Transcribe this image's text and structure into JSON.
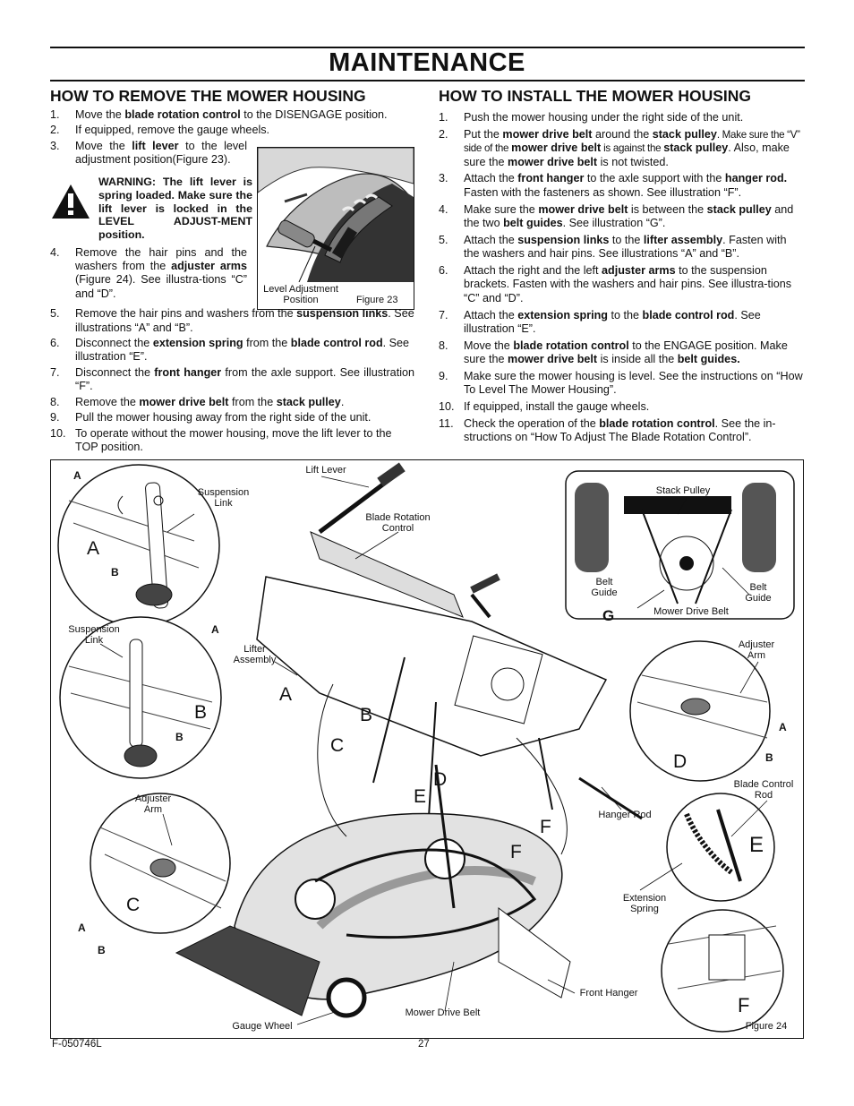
{
  "title": "MAINTENANCE",
  "remove": {
    "heading": "HOW TO REMOVE THE MOWER HOUSING",
    "steps": [
      {
        "n": "1.",
        "pre": "Move the ",
        "b1": "blade rotation control",
        "post": " to the DISENGAGE position."
      },
      {
        "n": "2.",
        "text": "If equipped, remove the gauge wheels."
      },
      {
        "n": "3.",
        "pre": "Move the ",
        "b1": "lift lever",
        "post": " to the level adjustment position(Figure 23)."
      },
      {
        "n": "4.",
        "pre": "Remove the hair pins and the washers from the ",
        "b1": "adjuster arms",
        "post": " (Figure 24). See illustra-tions “C” and “D”."
      },
      {
        "n": "5.",
        "pre": "Remove the hair pins and washers from the ",
        "b1": "suspension links",
        "post": ". See illustrations “A” and “B”."
      },
      {
        "n": "6.",
        "pre": "Disconnect the ",
        "b1": "extension spring",
        "mid": " from the ",
        "b2": "blade control rod",
        "post": ". See illustration “E”."
      },
      {
        "n": "7.",
        "pre": "Disconnect the ",
        "b1": "front hanger",
        "post": " from the axle support. See illustration “F”."
      },
      {
        "n": "8.",
        "pre": "Remove the ",
        "b1": "mower drive belt",
        "mid": " from the ",
        "b2": "stack pulley",
        "post": "."
      },
      {
        "n": "9.",
        "text": "Pull the mower housing away from the right side of the unit."
      },
      {
        "n": "10.",
        "text": "To operate without the mower housing, move the lift lever to the TOP position."
      }
    ],
    "warning": "WARNING: The lift lever is spring loaded. Make sure the lift lever is locked in the LEVEL ADJUST-MENT position."
  },
  "install": {
    "heading": "HOW TO INSTALL THE MOWER HOUSING",
    "steps": [
      {
        "n": "1.",
        "text": "Push the mower housing under the right side of the unit."
      },
      {
        "n": "2.",
        "pre": "Put the ",
        "b1": "mower drive belt",
        "mid": " around the ",
        "b2": "stack pulley",
        "mid2": ". Make sure the “V” side of the ",
        "b3": "mower drive belt",
        "mid3": " is against the ",
        "b4": "stack pulley",
        "mid4": ". Also, make sure the ",
        "b5": "mower drive belt",
        "post": " is not twisted."
      },
      {
        "n": "3.",
        "pre": "Attach the ",
        "b1": "front hanger",
        "mid": " to the axle support with the ",
        "b2": "hanger rod.",
        "post": " Fasten with the fasteners as shown. See illustration “F”."
      },
      {
        "n": "4.",
        "pre": "Make sure the ",
        "b1": "mower drive belt",
        "mid": " is between the ",
        "b2": "stack pulley",
        "mid2": " and the two ",
        "b3": "belt guides",
        "post": ". See illustration “G”."
      },
      {
        "n": "5.",
        "pre": "Attach the ",
        "b1": "suspension links",
        "mid": " to the ",
        "b2": "lifter assembly",
        "post": ". Fasten with the washers and hair pins. See illustrations “A” and “B”."
      },
      {
        "n": "6.",
        "pre": "Attach the right and the left ",
        "b1": "adjuster arms",
        "post": " to the suspension brackets. Fasten with the washers and hair pins. See illustra-tions “C” and “D”."
      },
      {
        "n": "7.",
        "pre": "Attach the ",
        "b1": "extension spring",
        "mid": " to the ",
        "b2": "blade control rod",
        "post": ". See illustration “E”."
      },
      {
        "n": "8.",
        "pre": "Move the ",
        "b1": "blade rotation control",
        "mid": " to the ENGAGE position. Make sure the ",
        "b2": "mower drive belt",
        "mid2": " is inside all the ",
        "b3": "belt guides.",
        "post": ""
      },
      {
        "n": "9.",
        "text": "Make sure the mower housing is level. See the instructions on “How To Level The Mower Housing”."
      },
      {
        "n": "10.",
        "text": "If equipped, install the gauge wheels."
      },
      {
        "n": "11.",
        "pre": "Check the operation of the ",
        "b1": "blade rotation control",
        "post": ". See the in-structions on “How To Adjust The Blade Rotation Control”."
      }
    ]
  },
  "fig23": {
    "label_a": "Level Adjustment",
    "label_b": "Position",
    "caption": "Figure 23"
  },
  "fig24": {
    "caption": "Figure 24",
    "labels": {
      "suspension_link_a": "Suspension Link",
      "suspension_link_b": "Suspension Link",
      "lift_lever": "Lift Lever",
      "blade_rotation_control": "Blade Rotation Control",
      "lifter_assembly": "Lifter Assembly",
      "adjuster_arm_c": "Adjuster Arm",
      "adjuster_arm_d": "Adjuster Arm",
      "stack_pulley": "Stack Pulley",
      "belt_guide_l": "Belt Guide",
      "belt_guide_r": "Belt Guide",
      "mower_drive_belt_g": "Mower Drive Belt",
      "blade_control_rod": "Blade Control Rod",
      "hanger_rod": "Hanger Rod",
      "extension_spring": "Extension Spring",
      "front_hanger": "Front Hanger",
      "mower_drive_belt": "Mower Drive Belt",
      "gauge_wheel": "Gauge Wheel"
    },
    "letters": {
      "A": "A",
      "B": "B",
      "C": "C",
      "D": "D",
      "E": "E",
      "F": "F",
      "G": "G",
      "a": "A",
      "b": "B"
    }
  },
  "footer": {
    "code": "F-050746L",
    "page": "27"
  }
}
